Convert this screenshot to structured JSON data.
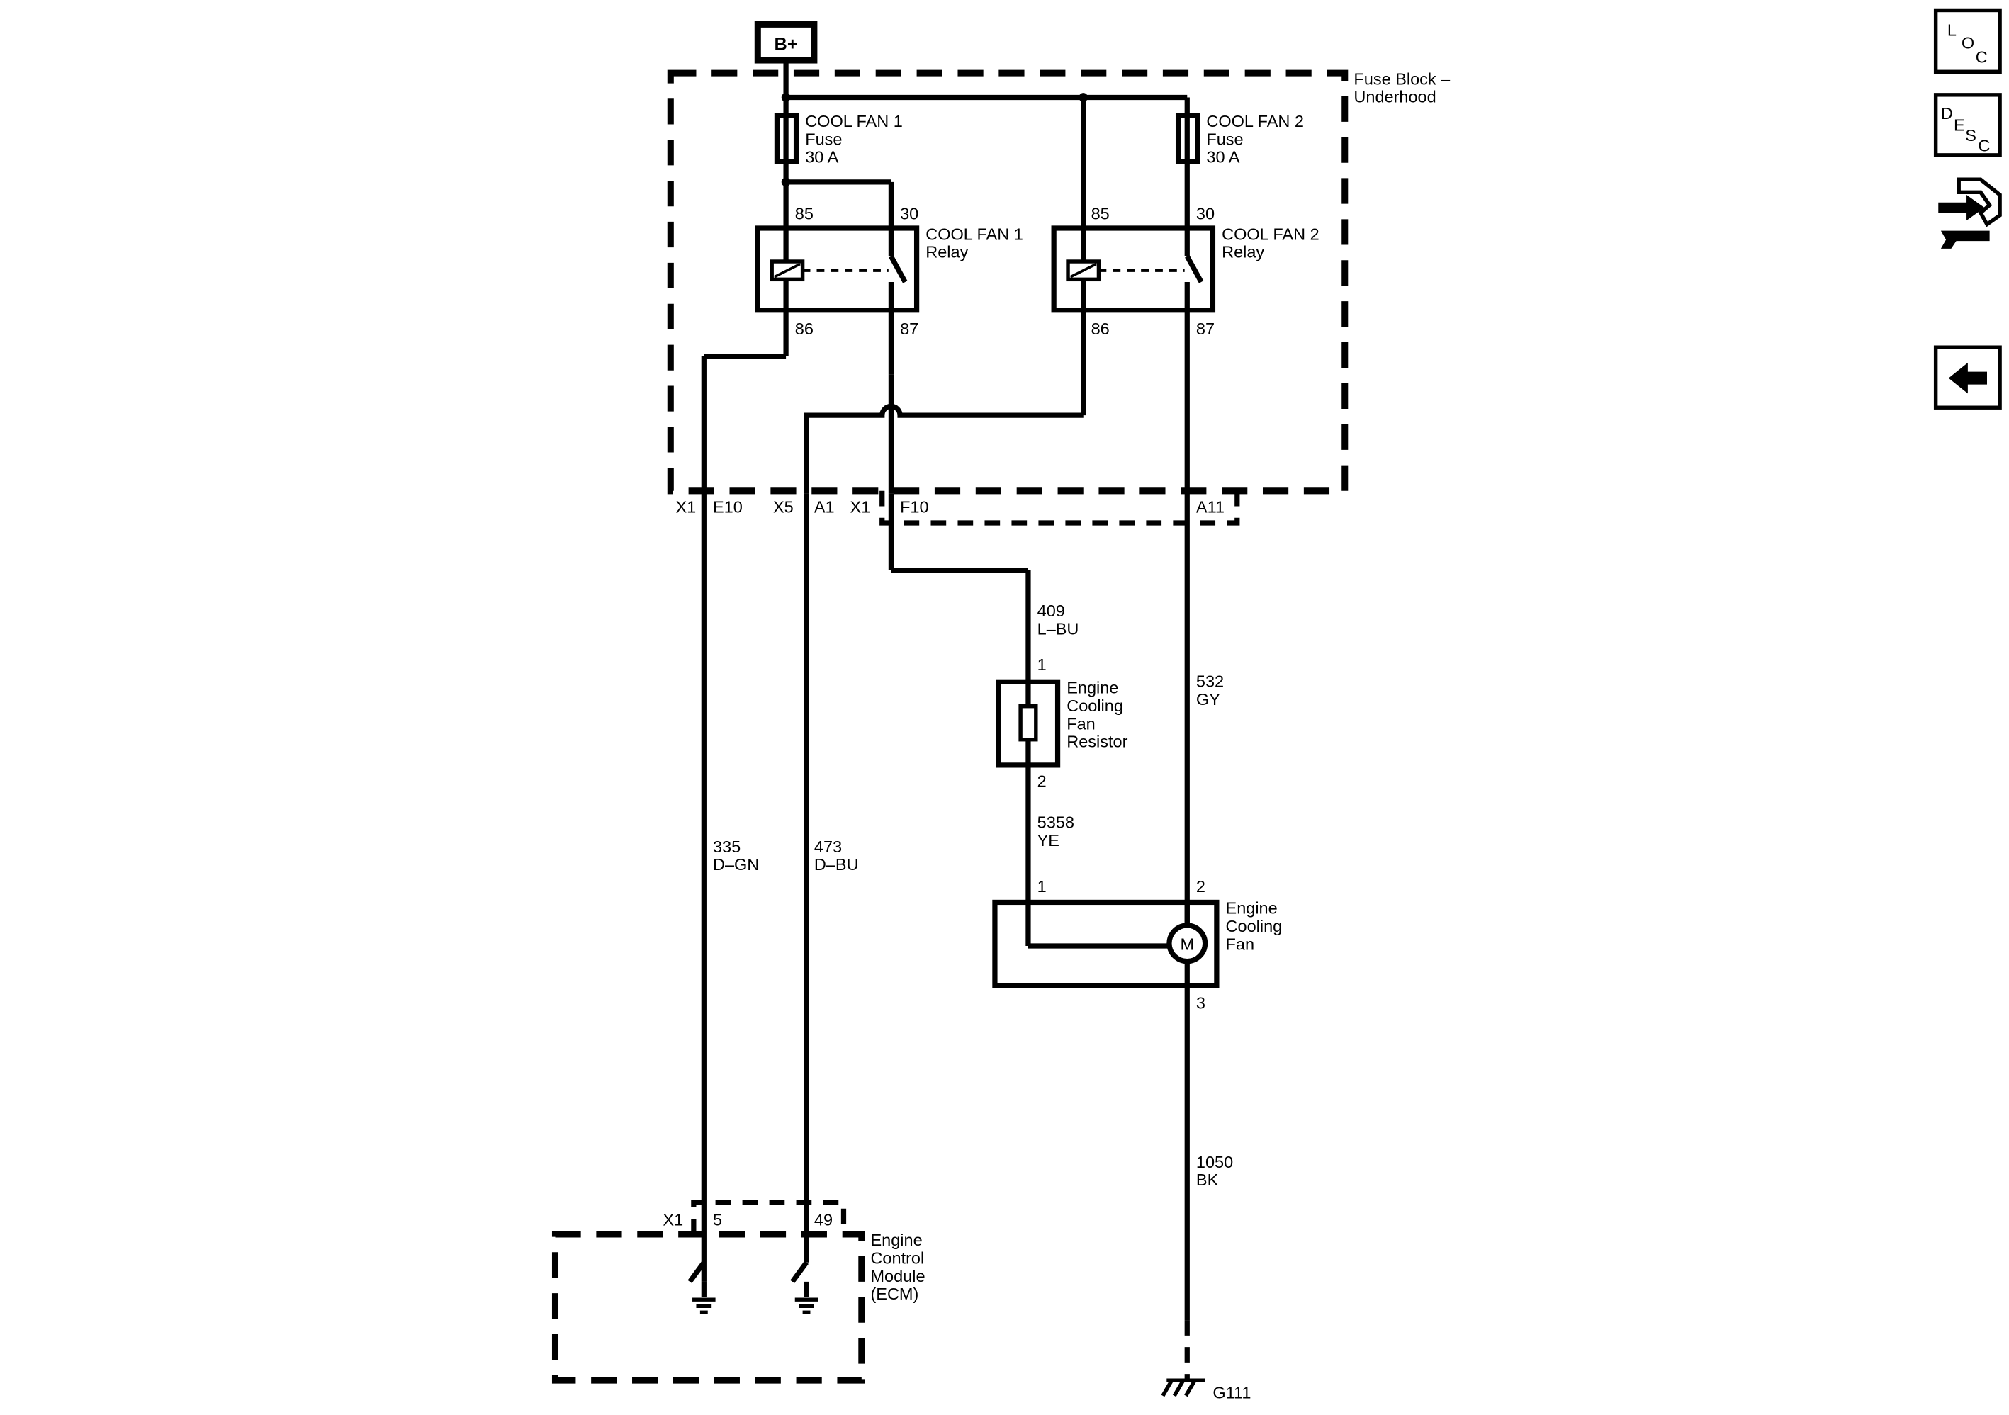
{
  "power_source": {
    "label": "B+"
  },
  "fuse_block": {
    "title": "Fuse Block –",
    "title_line2": "Underhood"
  },
  "fuses": [
    {
      "name": "COOL FAN 1",
      "type": "Fuse",
      "rating": "30 A"
    },
    {
      "name": "COOL FAN 2",
      "type": "Fuse",
      "rating": "30 A"
    }
  ],
  "relays": [
    {
      "name": "COOL FAN 1",
      "type": "Relay",
      "pins": [
        "85",
        "30",
        "86",
        "87"
      ]
    },
    {
      "name": "COOL FAN 2",
      "type": "Relay",
      "pins": [
        "85",
        "30",
        "86",
        "87"
      ]
    }
  ],
  "fuse_block_connectors": {
    "x1_a": "X1",
    "e10": "E10",
    "x5": "X5",
    "a1": "A1",
    "x1_b": "X1",
    "f10": "F10",
    "a11": "A11"
  },
  "wires": {
    "w409": {
      "circuit": "409",
      "color": "L–BU"
    },
    "w532": {
      "circuit": "532",
      "color": "GY"
    },
    "w5358": {
      "circuit": "5358",
      "color": "YE"
    },
    "w335": {
      "circuit": "335",
      "color": "D–GN"
    },
    "w473": {
      "circuit": "473",
      "color": "D–BU"
    },
    "w1050": {
      "circuit": "1050",
      "color": "BK"
    }
  },
  "resistor": {
    "lines": [
      "Engine",
      "Cooling",
      "Fan",
      "Resistor"
    ],
    "pin_top": "1",
    "pin_bottom": "2"
  },
  "fan": {
    "lines": [
      "Engine",
      "Cooling",
      "Fan"
    ],
    "motor_symbol": "M",
    "pin1": "1",
    "pin2": "2",
    "pin3": "3"
  },
  "ecm": {
    "lines": [
      "Engine",
      "Control",
      "Module",
      "(ECM)"
    ],
    "connector": "X1",
    "pin_a": "5",
    "pin_b": "49"
  },
  "ground": {
    "label": "G111"
  },
  "nav": {
    "loc": {
      "l": "L",
      "o": "O",
      "c": "C"
    },
    "desc": {
      "d": "D",
      "e": "E",
      "s": "S",
      "c": "C"
    }
  }
}
